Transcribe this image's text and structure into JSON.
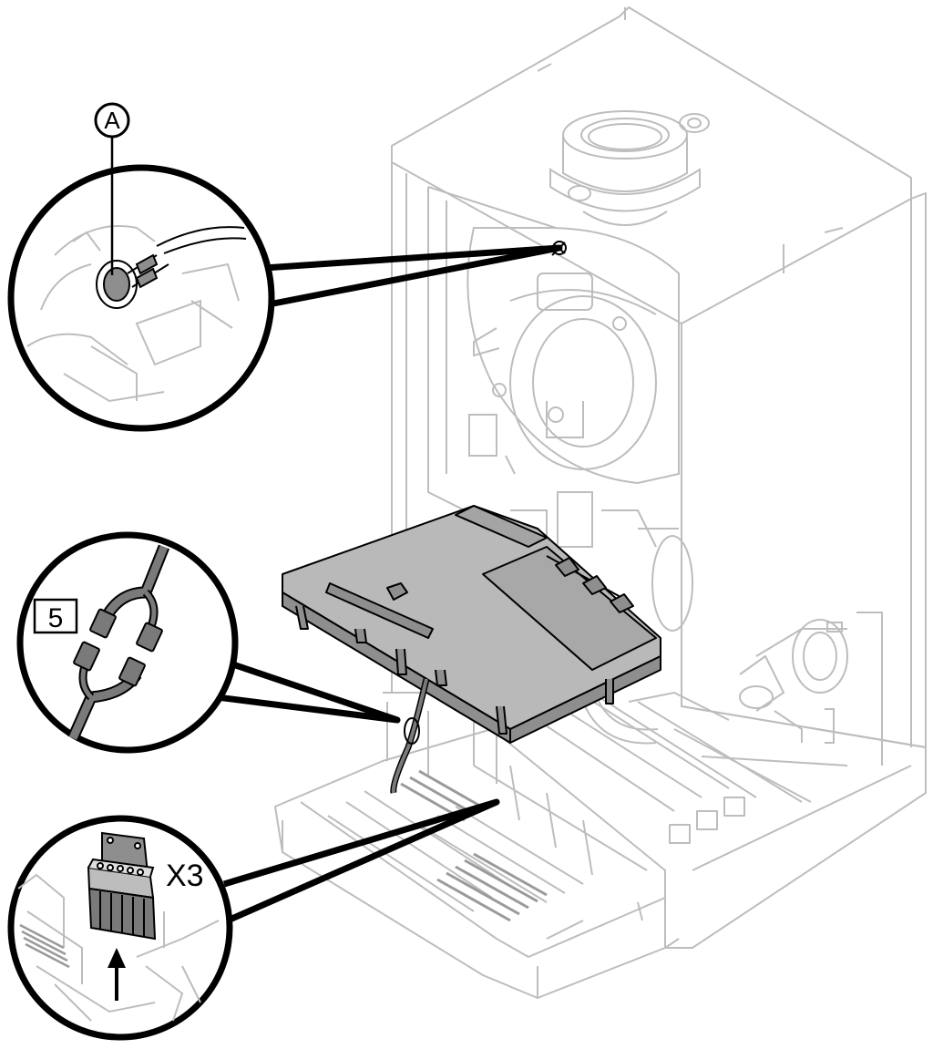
{
  "callouts": {
    "a_label": "A",
    "step_label": "5",
    "connector_label": "X3"
  },
  "colors": {
    "outline_light": "#bdbdbd",
    "outline_dark": "#000000",
    "cover_fill": "#b9b9b9",
    "cover_side": "#8e8e8e",
    "wire": "#7a7a7a",
    "background": "#ffffff"
  },
  "icons": [
    "up-arrow-icon"
  ]
}
